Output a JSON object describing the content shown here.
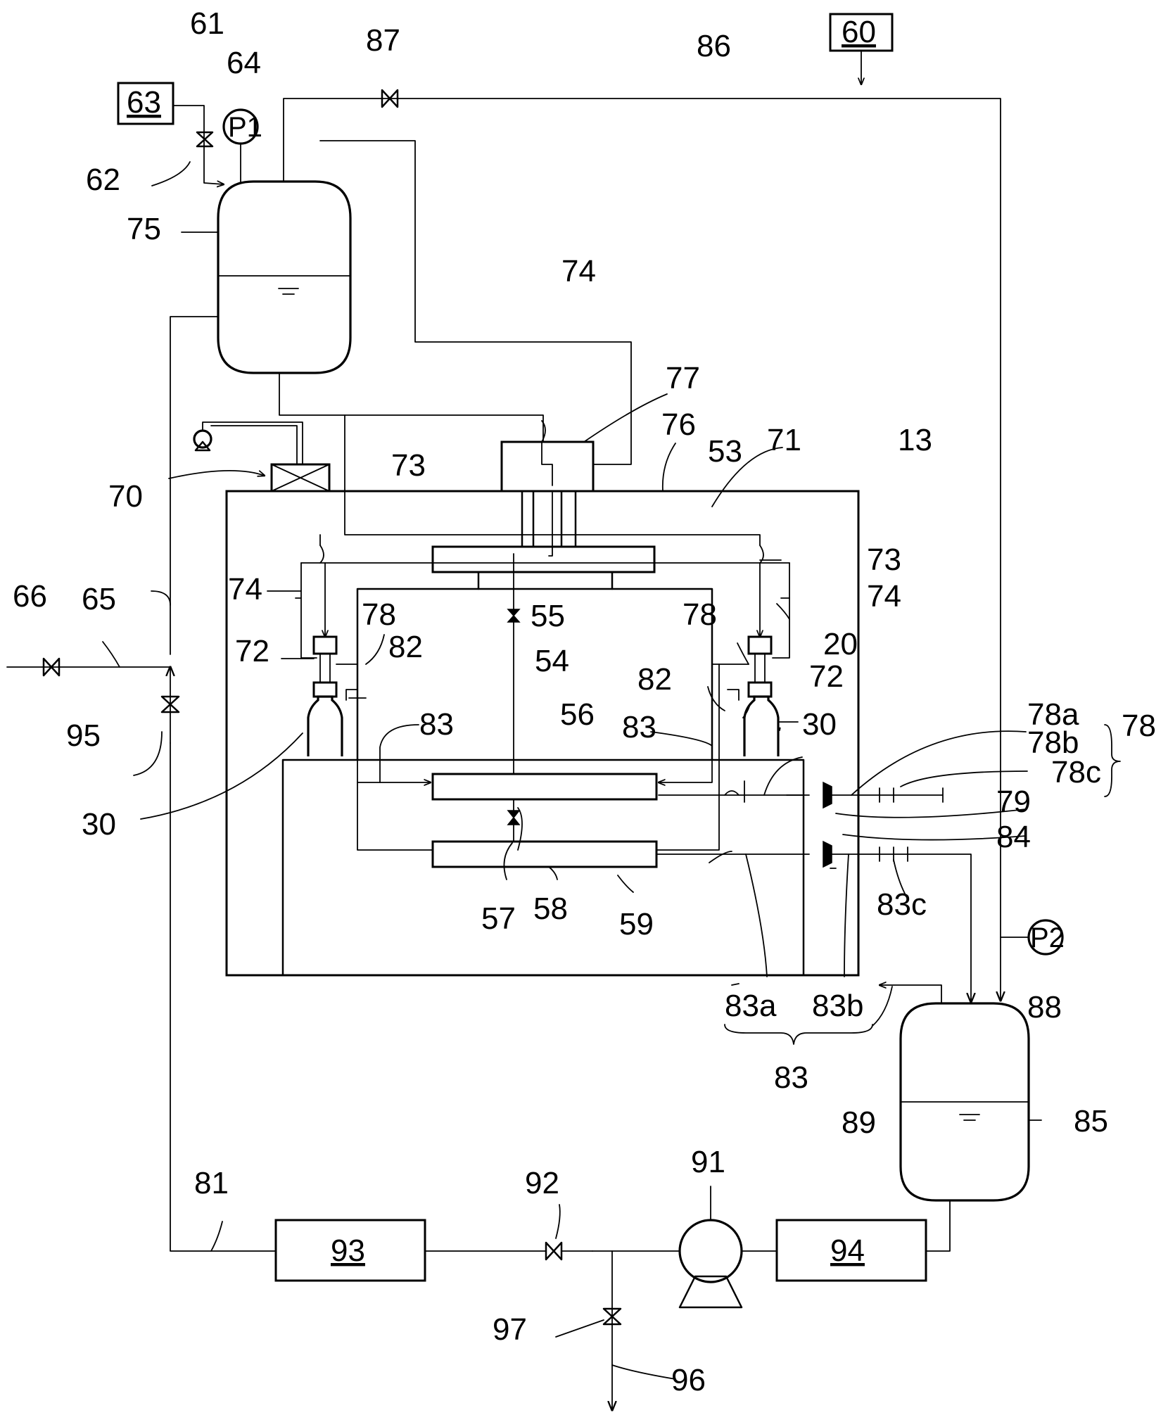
{
  "labels": {
    "l13": "13",
    "l20": "20",
    "l30a": "30",
    "l30b": "30",
    "l53": "53",
    "l54": "54",
    "l55": "55",
    "l56": "56",
    "l57": "57",
    "l58": "58",
    "l59": "59",
    "l60": "60",
    "l61": "61",
    "l62": "62",
    "l63": "63",
    "l64": "64",
    "l65": "65",
    "l66": "66",
    "l70": "70",
    "l71": "71",
    "l72a": "72",
    "l72b": "72",
    "l73a": "73",
    "l73b": "73",
    "l74a": "74",
    "l74b": "74",
    "l74c": "74",
    "l75": "75",
    "l76": "76",
    "l77": "77",
    "l78a": "78",
    "l78b": "78",
    "l78c": "78",
    "l78a_sub": "78a",
    "l78b_sub": "78b",
    "l78c_sub": "78c",
    "l79": "79",
    "l81": "81",
    "l82a": "82",
    "l82b": "82",
    "l83a": "83",
    "l83b": "83",
    "l83c": "83",
    "l83a_sub": "83a",
    "l83b_sub": "83b",
    "l83c_sub": "83c",
    "l84": "84",
    "l85": "85",
    "l86": "86",
    "l87": "87",
    "l88": "88",
    "l89": "89",
    "l91": "91",
    "l92": "92",
    "l93": "93",
    "l94": "94",
    "l95": "95",
    "l96": "96",
    "l97": "97",
    "p1": "P1",
    "p2": "P2"
  }
}
